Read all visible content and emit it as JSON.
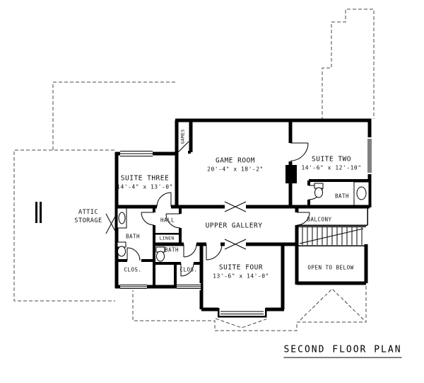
{
  "title": "SECOND FLOOR PLAN",
  "colors": {
    "wall": "#000000",
    "dash": "#4a4a4a",
    "paper": "#ffffff"
  },
  "rooms": {
    "game_room": {
      "label": "GAME ROOM",
      "dims": "20'-4\" x 18'-2\""
    },
    "suite_two": {
      "label": "SUITE TWO",
      "dims": "14'-6\" x 12'-10\""
    },
    "suite_three": {
      "label": "SUITE THREE",
      "dims": "14'-4\" x 13'-0\""
    },
    "suite_four": {
      "label": "SUITE FOUR",
      "dims": "13'-6\" x 14'-0\""
    },
    "upper_gallery": {
      "label": "UPPER GALLERY"
    },
    "balcony": {
      "label": "BALCONY"
    },
    "open_to_below": {
      "label": "OPEN TO BELOW"
    },
    "attic_storage": {
      "label": "ATTIC STORAGE"
    },
    "hall": {
      "label": "HALL"
    },
    "linen": {
      "label": "LINEN"
    },
    "games": {
      "label": "GAMES"
    },
    "bath_left": {
      "label": "BATH"
    },
    "bath_center": {
      "label": "BATH"
    },
    "bath_suite_two": {
      "label": "BATH"
    },
    "closet_left": {
      "label": "CLOS."
    },
    "closet_right": {
      "label": "CLOS."
    }
  }
}
